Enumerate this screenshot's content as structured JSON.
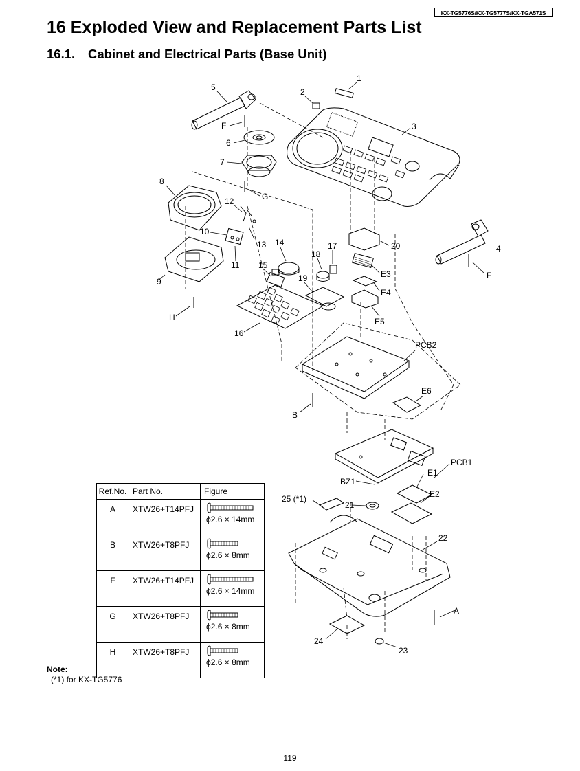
{
  "header": {
    "model_numbers": "KX-TG5776S/KX-TG5777S/KX-TGA571S",
    "section_title": "16 Exploded View and Replacement Parts List",
    "subsection_number": "16.1.",
    "subsection_title": "Cabinet and Electrical Parts (Base Unit)"
  },
  "diagram_labels": {
    "l1": "1",
    "l2": "2",
    "l3": "3",
    "l4": "4",
    "l5": "5",
    "l6": "6",
    "l7": "7",
    "l8": "8",
    "l9": "9",
    "l10": "10",
    "l11": "11",
    "l12": "12",
    "l13": "13",
    "l14": "14",
    "l15": "15",
    "l16": "16",
    "l17": "17",
    "l18": "18",
    "l19": "19",
    "l20": "20",
    "l21": "21",
    "l22": "22",
    "l23": "23",
    "l24": "24",
    "l25": "25 (*1)",
    "e1": "E1",
    "e2": "E2",
    "e3": "E3",
    "e4": "E4",
    "e5": "E5",
    "e6": "E6",
    "pcb1": "PCB1",
    "pcb2": "PCB2",
    "bz1": "BZ1",
    "sa": "A",
    "sb": "B",
    "sf1": "F",
    "sf2": "F",
    "sg": "G",
    "sh": "H"
  },
  "parts_table": {
    "headers": [
      "Ref.No.",
      "Part No.",
      "Figure"
    ],
    "rows": [
      {
        "ref": "A",
        "part_no": "XTW26+T14PFJ",
        "dimension": "ϕ2.6 × 14mm"
      },
      {
        "ref": "B",
        "part_no": "XTW26+T8PFJ",
        "dimension": "ϕ2.6 × 8mm"
      },
      {
        "ref": "F",
        "part_no": "XTW26+T14PFJ",
        "dimension": "ϕ2.6 × 14mm"
      },
      {
        "ref": "G",
        "part_no": "XTW26+T8PFJ",
        "dimension": "ϕ2.6 × 8mm"
      },
      {
        "ref": "H",
        "part_no": "XTW26+T8PFJ",
        "dimension": "ϕ2.6 × 8mm"
      }
    ]
  },
  "note": {
    "title": "Note:",
    "text": "(*1) for KX-TG5776"
  },
  "footer": {
    "page_number": "119"
  }
}
